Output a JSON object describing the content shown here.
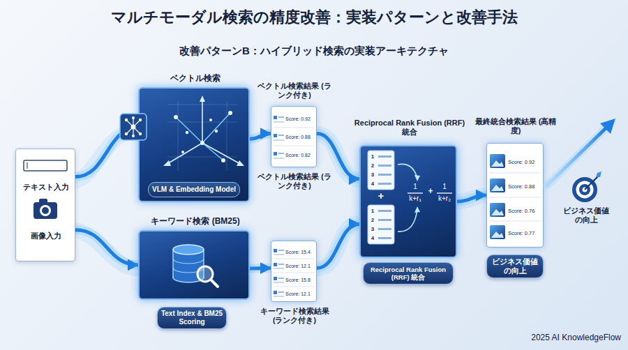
{
  "diagram": {
    "title": "マルチモーダル検索の精度改善：実装パターンと改善手法",
    "nodes": [
      {
        "text": [
          "テキスト入力",
          "画像入力"
        ]
      },
      {
        "text": [
          "ベクトル検索"
        ]
      },
      {
        "text": [
          "VLM & Embedding Model"
        ],
        "in": 1
      },
      {
        "text": [
          "ベクトル検索結果 (ランク付き)",
          "Score: 0.92",
          "Score: 0.88",
          "Score: 0.82",
          "ベクトル検索結果 (ランク付き)"
        ]
      },
      {
        "text": [
          "キーワード検索 (BM25)"
        ]
      },
      {
        "text": [
          "Text Index & BM25 Scoring"
        ]
      },
      {
        "text": [
          "Score: 15.4",
          "Score: 12.1",
          "Score: 15.8",
          "Score: 12.1",
          "キーワード検索結果 (ランク付き)"
        ]
      },
      {
        "text": [
          "Reciprocal Rank Fusion (RRF) 統合"
        ]
      },
      {
        "text": [
          "Reciprocal Rank Fusion (RRF) 統合"
        ]
      },
      {
        "text": [
          "最終統合検索結果 (高精度)",
          "Score: 0.92",
          "Score: 0.88",
          "Score: 0.76",
          "Score: 0.77"
        ]
      },
      {
        "text": [
          "ビジネス価値 の向上"
        ]
      }
    ],
    "edges": [
      {
        "from": 0,
        "to": 1,
        "arrow": "to"
      },
      {
        "from": 0,
        "to": 4,
        "arrow": "to"
      },
      {
        "from": 1,
        "to": 3,
        "arrow": "to"
      },
      {
        "from": 4,
        "to": 6,
        "arrow": "to"
      },
      {
        "from": 3,
        "to": 7,
        "arrow": "to"
      },
      {
        "from": 6,
        "to": 7,
        "arrow": "to"
      },
      {
        "from": 7,
        "to": 9,
        "arrow": "to"
      }
    ],
    "labels": [
      "改善パターンB：ハイブリッド検索の実装アーキテクチャ",
      "2025 AI KnowledgeFlow",
      "ビジネス価値 の向上",
      "1",
      "2",
      "3",
      "4",
      "1",
      "2",
      "3",
      "4",
      "+",
      "1",
      "k+r₁",
      "+",
      "1",
      "k+r₂"
    ]
  }
}
